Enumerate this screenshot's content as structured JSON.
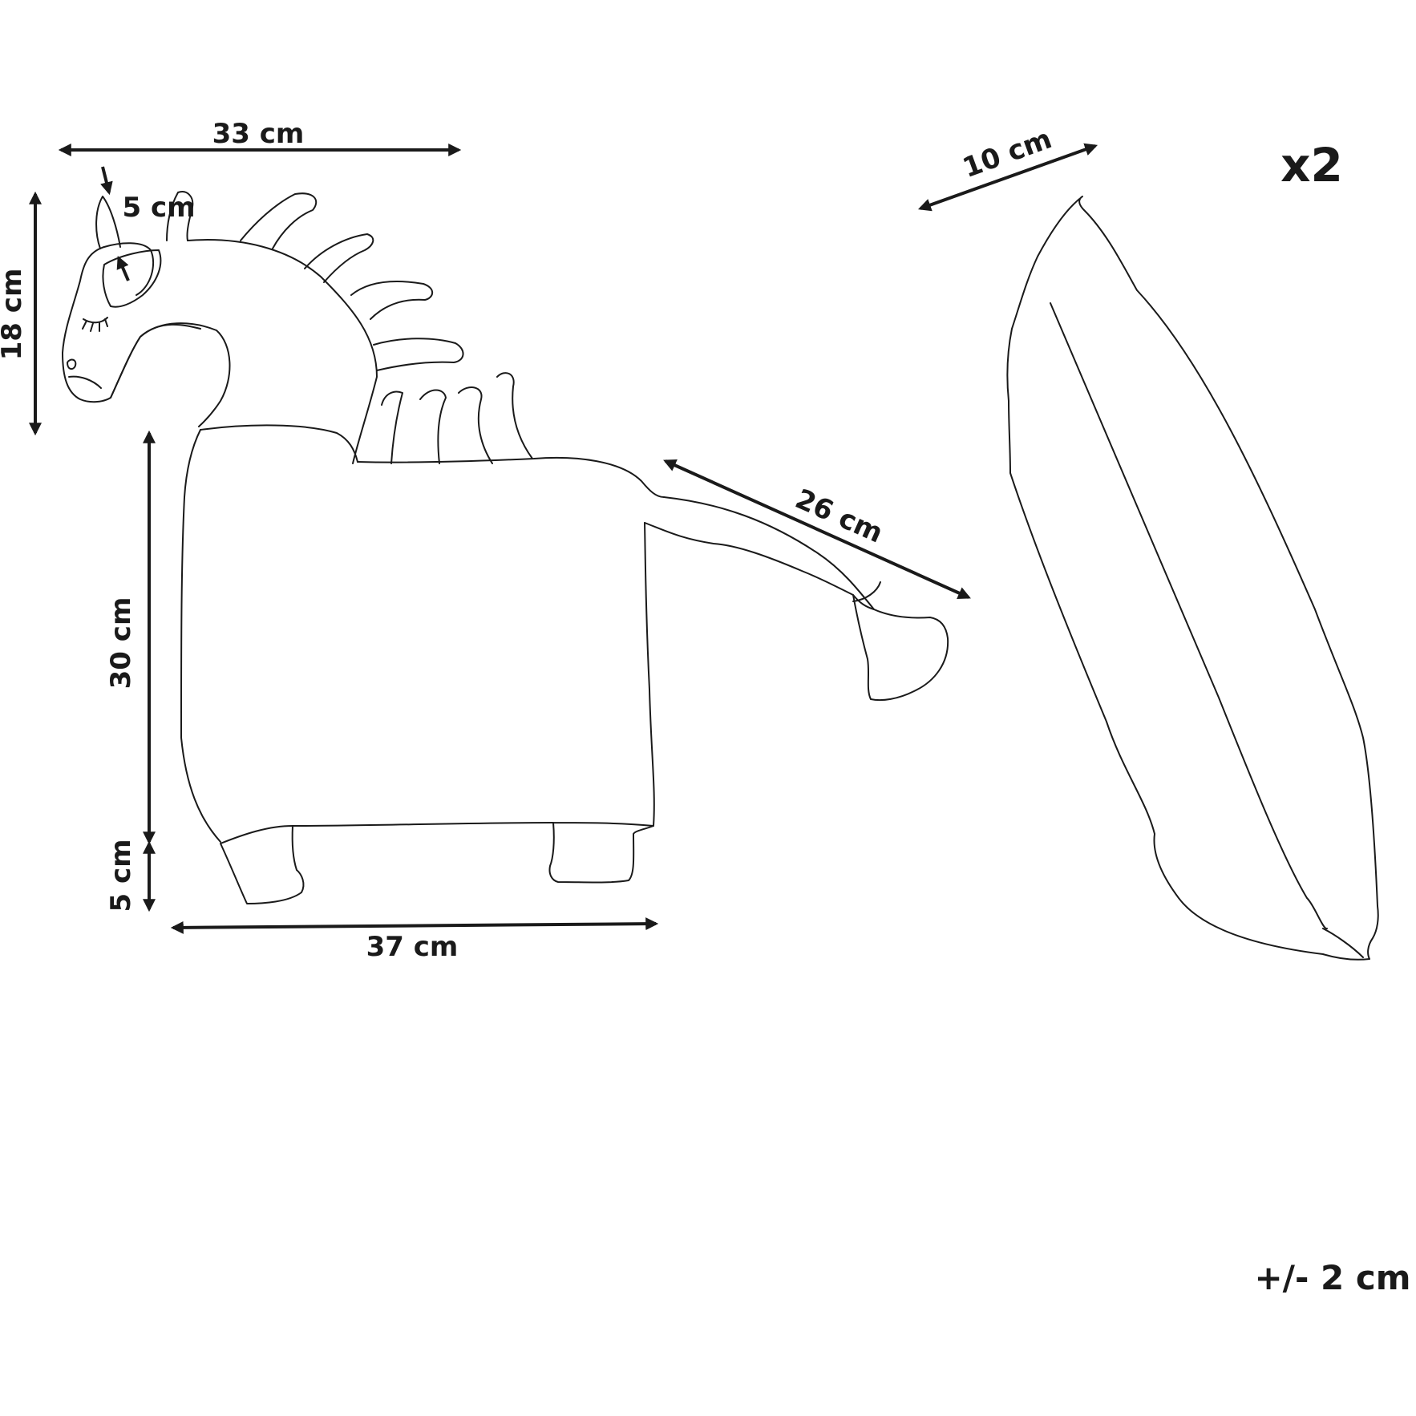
{
  "dimensions": {
    "width_top": "33 cm",
    "ear": "5 cm",
    "head_height": "18 cm",
    "body_height": "30 cm",
    "leg_height": "5 cm",
    "length_bottom": "37 cm",
    "tail": "26 cm",
    "cushion_depth": "10 cm"
  },
  "quantity": "x2",
  "tolerance": "+/- 2 cm"
}
